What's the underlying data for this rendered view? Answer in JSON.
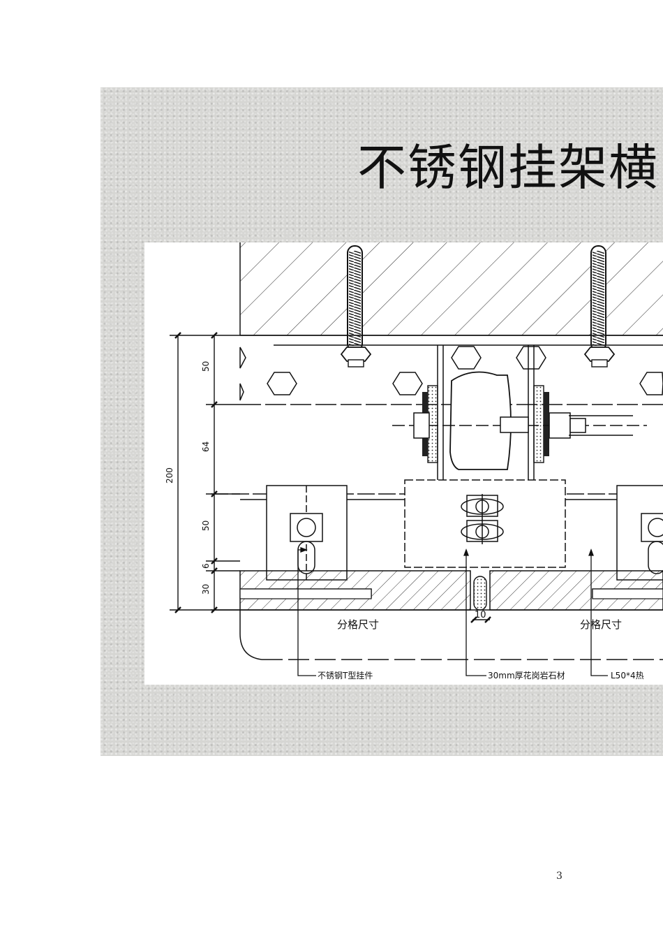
{
  "slide": {
    "title": "不锈钢挂架横"
  },
  "drawing": {
    "dimensions": {
      "d50_top": "50",
      "d64": "64",
      "d200": "200",
      "d50_mid": "50",
      "d6": "6",
      "d30": "30",
      "d10": "10"
    },
    "grid_label_left": "分格尺寸",
    "grid_label_right": "分格尺寸",
    "callouts": {
      "hanger": "不锈钢T型挂件",
      "granite": "30mm厚花岗岩石材",
      "angle": "L50*4热"
    }
  },
  "page": {
    "number": "3"
  }
}
